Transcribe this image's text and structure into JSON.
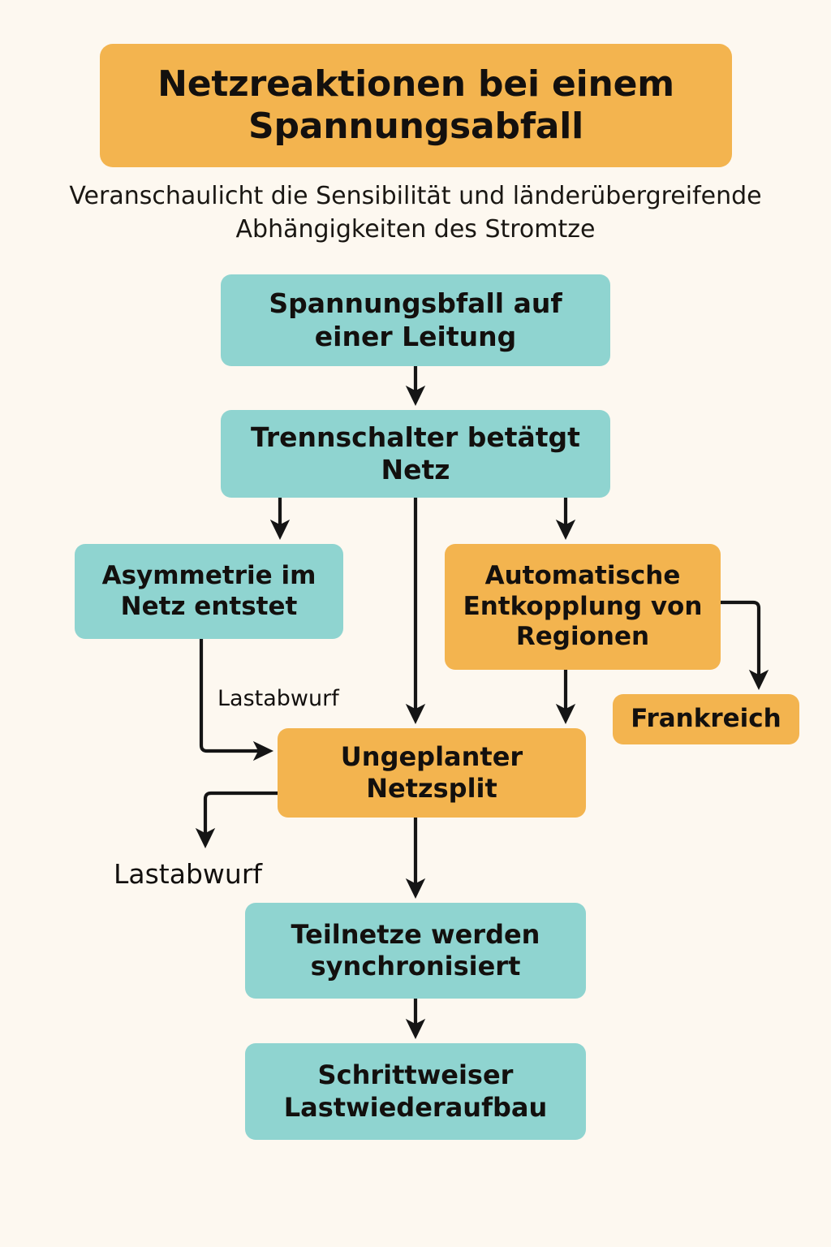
{
  "header": {
    "title": "Netzreaktionen bei einem Spannungsabfall",
    "subtitle": "Veranschaulicht die Sensibilität und länderübergreifende Abhängigkeiten des Stromtze"
  },
  "colors": {
    "background": "#FDF8F0",
    "accent_amber": "#F3B44F",
    "accent_teal": "#8FD4D0",
    "text": "#13100E",
    "connector": "#151515"
  },
  "chart_data": {
    "type": "diagram",
    "title": "Netzreaktionen bei einem Spannungsabfall",
    "nodes": [
      {
        "id": "spannungsabfall",
        "label": "Spannungsbfall auf einer Leitung",
        "color": "teal"
      },
      {
        "id": "trennschalter",
        "label": "Trennschalter betätgt Netz",
        "color": "teal"
      },
      {
        "id": "asymmetrie",
        "label": "Asymmetrie im Netz entstet",
        "color": "teal"
      },
      {
        "id": "entkopplung",
        "label": "Automatische Entkopplung von Regionen",
        "color": "amber"
      },
      {
        "id": "frankreich",
        "label": "Frankreich",
        "color": "amber"
      },
      {
        "id": "netzsplit",
        "label": "Ungeplanter Netzsplit",
        "color": "amber"
      },
      {
        "id": "teilnetze",
        "label": "Teilnetze werden synchronisiert",
        "color": "teal"
      },
      {
        "id": "lastwiederaufbau",
        "label": "Schrittweiser Lastwiederaufbau",
        "color": "teal"
      }
    ],
    "free_labels": [
      {
        "id": "lastabwurf-edge",
        "label": "Lastabwurf"
      },
      {
        "id": "lastabwurf-out",
        "label": "Lastabwurf"
      }
    ],
    "edges": [
      {
        "from": "spannungsabfall",
        "to": "trennschalter",
        "label": ""
      },
      {
        "from": "trennschalter",
        "to": "asymmetrie",
        "label": ""
      },
      {
        "from": "trennschalter",
        "to": "netzsplit",
        "label": ""
      },
      {
        "from": "trennschalter",
        "to": "entkopplung",
        "label": ""
      },
      {
        "from": "asymmetrie",
        "to": "netzsplit",
        "label": "Lastabwurf"
      },
      {
        "from": "entkopplung",
        "to": "netzsplit",
        "label": ""
      },
      {
        "from": "entkopplung",
        "to": "frankreich",
        "label": ""
      },
      {
        "from": "netzsplit",
        "to": "lastabwurf-out",
        "label": ""
      },
      {
        "from": "netzsplit",
        "to": "teilnetze",
        "label": ""
      },
      {
        "from": "teilnetze",
        "to": "lastwiederaufbau",
        "label": ""
      }
    ]
  }
}
